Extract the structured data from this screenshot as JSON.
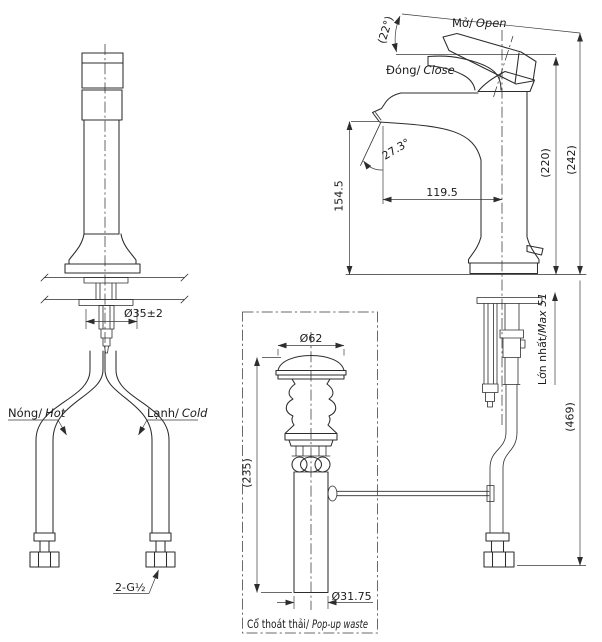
{
  "labels": {
    "open": {
      "vi": "Mở/",
      "en": "Open"
    },
    "close": {
      "vi": "Đóng/",
      "en": "Close"
    },
    "hot": {
      "vi": "Nóng/",
      "en": "Hot"
    },
    "cold": {
      "vi": "Lạnh/",
      "en": "Cold"
    },
    "max_counter": {
      "vi": "Lớn nhất/",
      "en": "Max 51"
    },
    "popup_waste": {
      "vi": "Cổ thoát thải/",
      "en": "Pop-up waste"
    },
    "thread_spec": "2-G½"
  },
  "dimensions": {
    "handle_open_angle": "(22°)",
    "stream_angle": "27.3°",
    "spout_height": "154.5",
    "spout_reach": "119.5",
    "height_closed": "(220)",
    "height_open": "(242)",
    "below_counter_length": "(469)",
    "mount_hole_dia": "Ø35±2",
    "waste_cap_dia": "Ø62",
    "waste_height": "(235)",
    "waste_pipe_dia": "Ø31.75"
  },
  "colors": {
    "line": "#2d2d2d",
    "dim_line": "#3a3a3a",
    "text": "#1b1b1b",
    "background": "#ffffff"
  }
}
